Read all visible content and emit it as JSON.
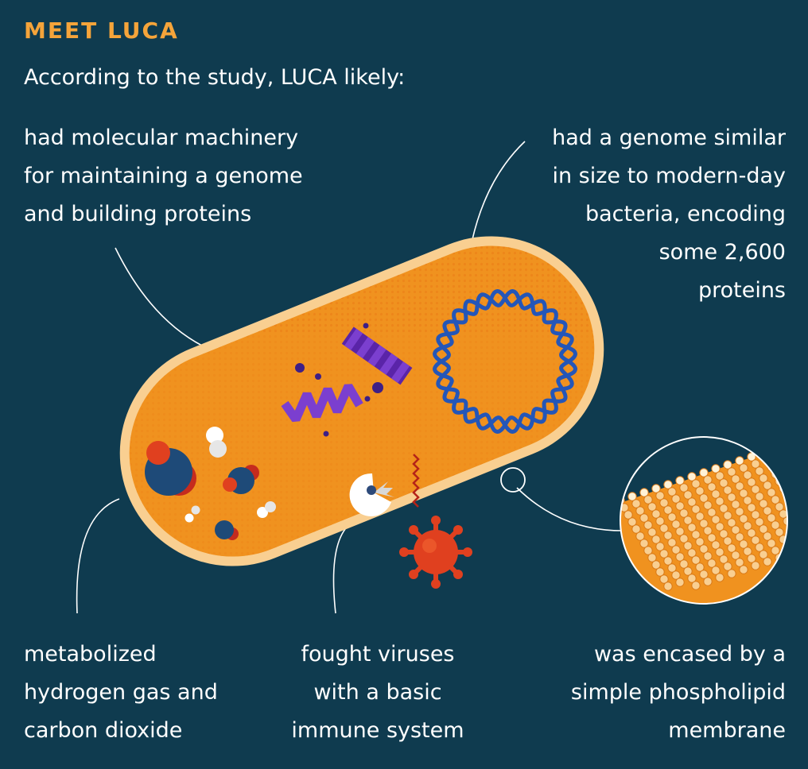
{
  "header": {
    "title": "MEET LUCA",
    "intro": "According to the study, LUCA likely:"
  },
  "captions": {
    "machinery": [
      "had molecular machinery",
      "for maintaining a genome",
      "and building proteins"
    ],
    "genome": [
      "had a genome similar",
      "in size to modern-day",
      "bacteria, encoding",
      "some 2,600",
      "proteins"
    ],
    "metabolism": [
      "metabolized",
      "hydrogen gas and",
      "carbon dioxide"
    ],
    "immune": [
      "fought viruses",
      "with a basic",
      "immune system"
    ],
    "membrane": [
      "was encased by a",
      "simple phospholipid",
      "membrane"
    ]
  },
  "colors": {
    "background": "#0f3b4f",
    "accent": "#f5a43a",
    "cell_body": "#f0921f",
    "cell_membrane": "#f9cf91",
    "protein": "#7b3fcf",
    "dna": "#2456b8",
    "virus": "#e0401f"
  }
}
